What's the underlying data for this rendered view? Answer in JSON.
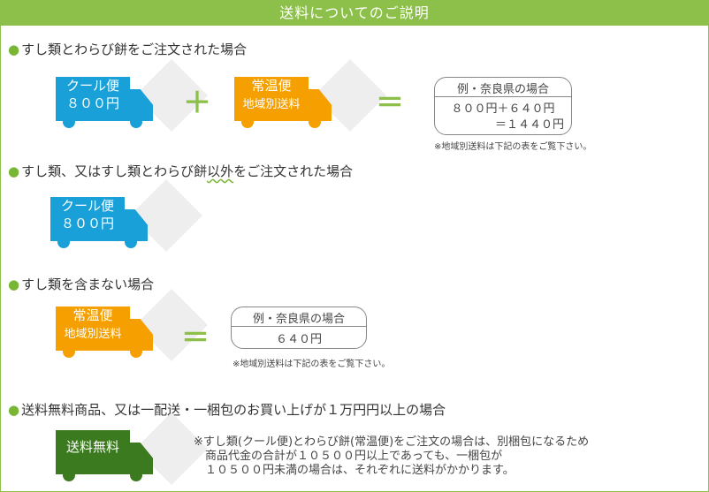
{
  "title": "送料についてのご説明",
  "colors": {
    "green": "#8dc04a",
    "blue": "#1aa0d8",
    "orange": "#f5a000",
    "dark_green": "#3b7a1e"
  },
  "sections": [
    {
      "heading": "すし類とわらび餅をご注文された場合"
    },
    {
      "heading_before": "すし類、又はすし類とわらび餅",
      "heading_wavy": "以外",
      "heading_after": "をご注文された場合"
    },
    {
      "heading": "すし類を含まない場合"
    },
    {
      "heading": "送料無料商品、又は一配送・一梱包のお買い上げが１万円円以上の場合"
    }
  ],
  "trucks": {
    "cool": {
      "line1": "クール便",
      "line2": "８００円"
    },
    "normal": {
      "line1": "常温便",
      "line2": "地域別送料"
    },
    "free": {
      "line1": "送料無料"
    }
  },
  "operators": {
    "plus": "＋",
    "equals": "＝"
  },
  "example1": {
    "title": "例・奈良県の場合",
    "line1": "８００円＋６４０円",
    "line2": "＝１４４０円",
    "note": "※地域別送料は下記の表をご覧下さい。"
  },
  "example2": {
    "title": "例・奈良県の場合",
    "line1": "６４０円",
    "note": "※地域別送料は下記の表をご覧下さい。"
  },
  "footer": {
    "line1": "※すし類(クール便)とわらび餅(常温便)をご注文の場合は、別梱包になるため",
    "line2": "　商品代金の合計が１０５００円以上であっても、一梱包が",
    "line3": "　１０５００円未満の場合は、それぞれに送料がかかります。"
  }
}
